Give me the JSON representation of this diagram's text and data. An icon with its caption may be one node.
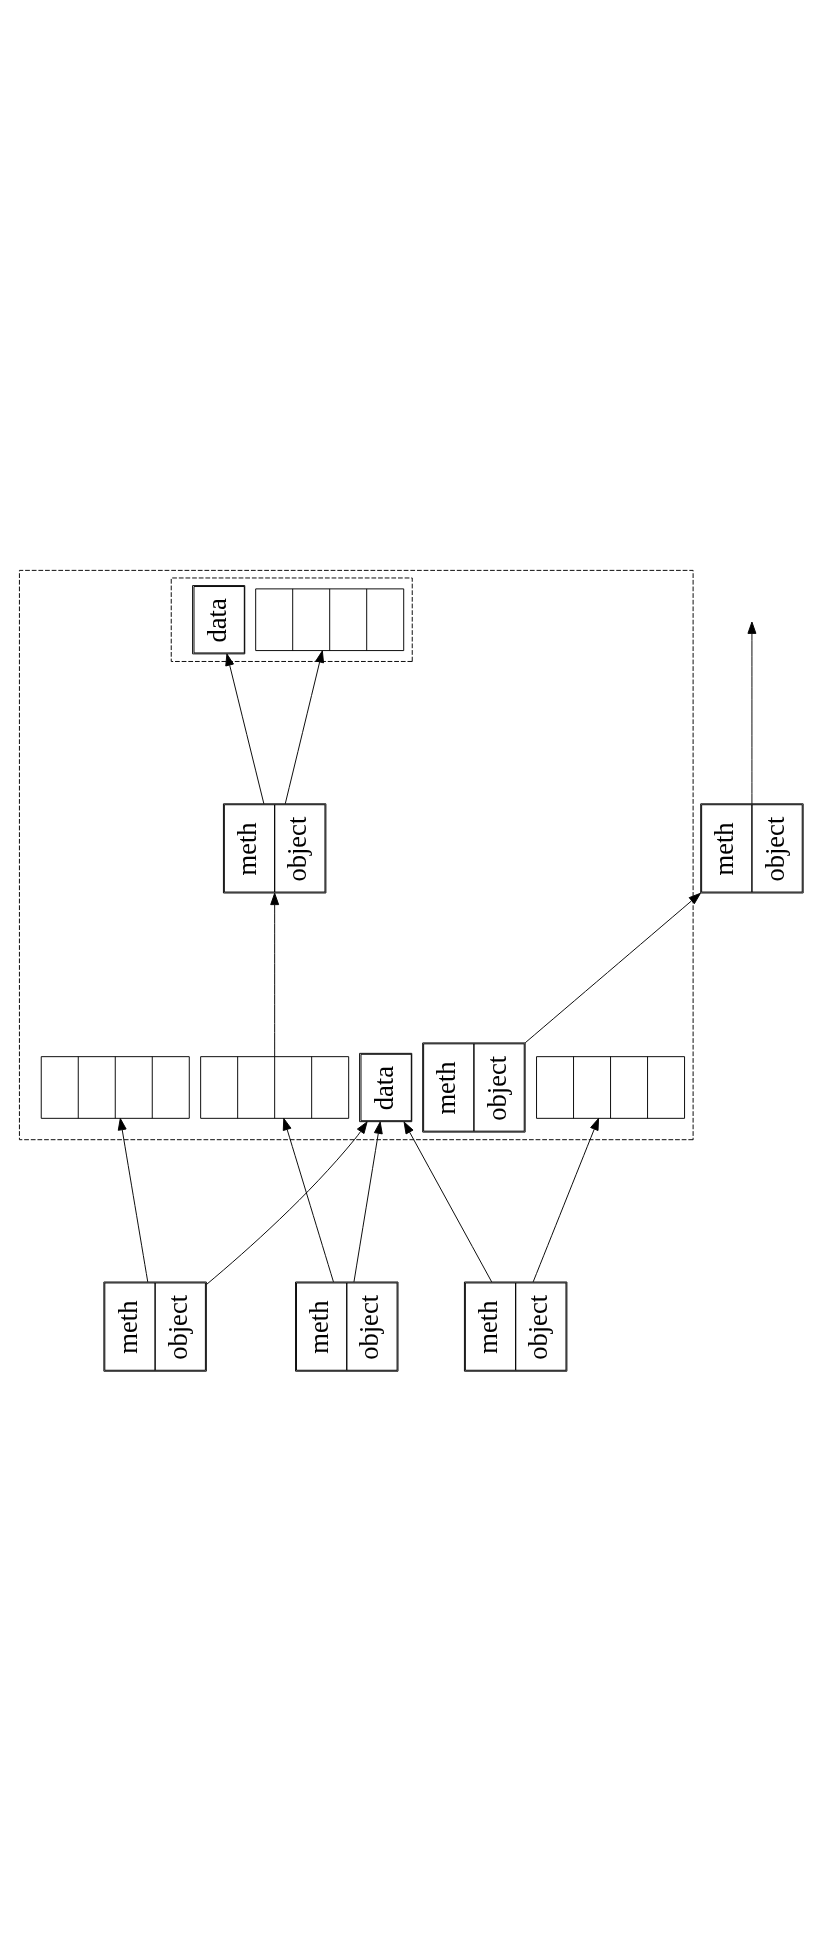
{
  "diagram": {
    "nodes": [
      {
        "text": [],
        "shape": "box"
      },
      {
        "text": [],
        "shape": "box",
        "in": 0
      },
      {
        "text": [
          "meth",
          "object"
        ],
        "in": 0
      },
      {
        "text": [
          "data"
        ],
        "in": 1
      },
      {
        "text": [],
        "shape": "bar",
        "in": 1
      },
      {
        "text": [
          "meth",
          "object"
        ],
        "in": 0
      },
      {
        "text": [
          "meth",
          "object"
        ]
      },
      {
        "text": [
          "meth",
          "object"
        ]
      },
      {
        "text": [],
        "shape": "bar",
        "in": 0
      },
      {
        "text": [
          "data"
        ],
        "in": 0
      },
      {
        "text": [],
        "shape": "bar",
        "in": 0
      },
      {
        "text": [],
        "shape": "bar",
        "in": 0
      },
      {
        "text": [
          "meth",
          "object"
        ]
      },
      {
        "text": [
          "meth",
          "object"
        ]
      }
    ],
    "edges": [
      {
        "from": 2,
        "to": 6,
        "arrow": "to"
      },
      {
        "from": 6,
        "to": null,
        "arrow": "to"
      },
      {
        "from": 5,
        "to": 4,
        "arrow": "to"
      },
      {
        "from": 5,
        "to": 3,
        "arrow": "to"
      },
      {
        "from": 7,
        "to": 8,
        "arrow": "to"
      },
      {
        "from": 7,
        "to": 9,
        "arrow": "to"
      },
      {
        "from": 10,
        "to": 5,
        "arrow": "to"
      },
      {
        "from": 12,
        "to": 10,
        "arrow": "to"
      },
      {
        "from": 12,
        "to": 9,
        "arrow": "to"
      },
      {
        "from": 13,
        "to": 9,
        "arrow": "to"
      },
      {
        "from": 13,
        "to": 11,
        "arrow": "to"
      }
    ]
  }
}
